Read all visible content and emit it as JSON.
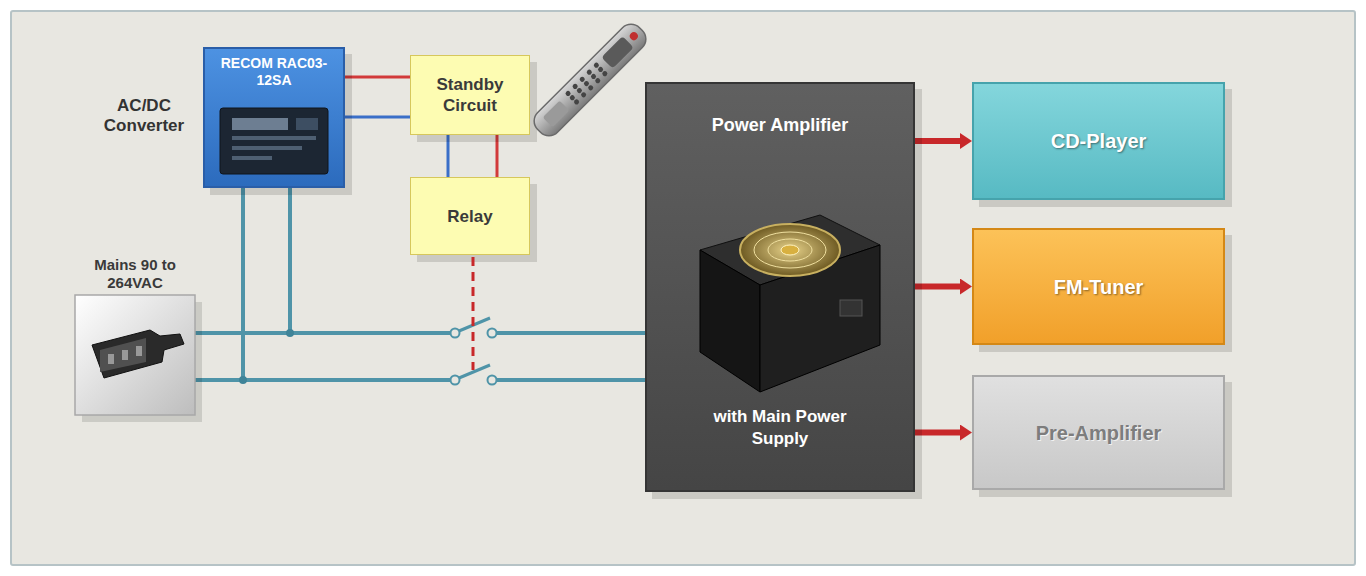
{
  "diagram": {
    "nodes": [
      {
        "text": [
          "RECOM RAC03-12SA"
        ]
      },
      {
        "text": [
          "Standby Circuit"
        ]
      },
      {
        "text": [
          "Relay"
        ]
      },
      {
        "text": [
          "Mains 90 to 264VAC"
        ]
      },
      {
        "text": [
          "Power Amplifier",
          "with Main Power Supply"
        ]
      },
      {
        "text": [
          "CD-Player"
        ]
      },
      {
        "text": [
          "FM-Tuner"
        ]
      },
      {
        "text": [
          "Pre-Amplifier"
        ]
      }
    ],
    "edges": [
      {
        "from": 0,
        "to": 1,
        "arrow": "none"
      },
      {
        "from": 0,
        "to": 1,
        "arrow": "none"
      },
      {
        "from": 1,
        "to": 2,
        "arrow": "none"
      },
      {
        "from": 1,
        "to": 2,
        "arrow": "none"
      },
      {
        "from": 3,
        "to": 0,
        "arrow": "none"
      },
      {
        "from": 3,
        "to": 0,
        "arrow": "none"
      },
      {
        "from": 3,
        "to": 4,
        "arrow": "none"
      },
      {
        "from": 3,
        "to": 4,
        "arrow": "none"
      },
      {
        "from": 4,
        "to": 5,
        "arrow": "to"
      },
      {
        "from": 4,
        "to": 6,
        "arrow": "to"
      },
      {
        "from": 4,
        "to": 7,
        "arrow": "to"
      }
    ],
    "labels": [
      "AC/DC Converter"
    ]
  }
}
